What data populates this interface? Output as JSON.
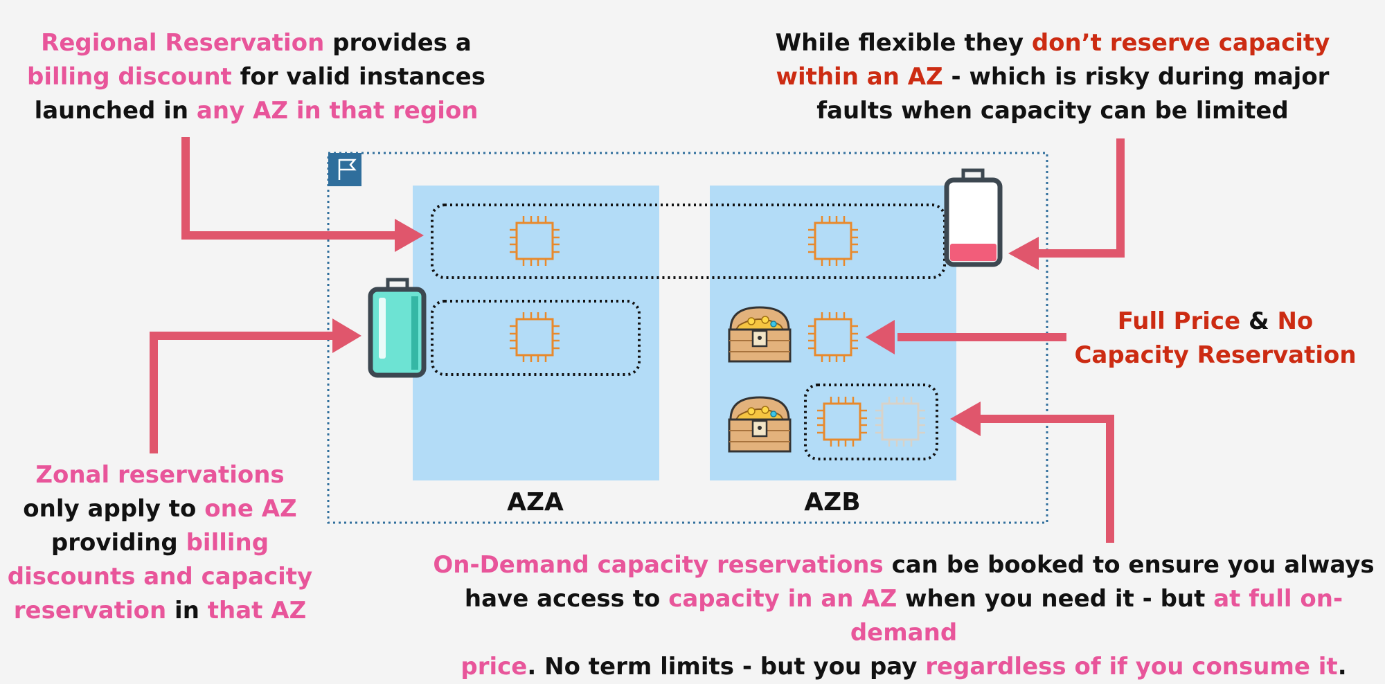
{
  "top_left": {
    "line1": [
      {
        "t": "Regional Reservation",
        "c": "pink"
      },
      {
        "t": " provides a",
        "c": "blk"
      }
    ],
    "line2": [
      {
        "t": "billing discount",
        "c": "pink"
      },
      {
        "t": " for valid instances",
        "c": "blk"
      }
    ],
    "line3": [
      {
        "t": "launched in ",
        "c": "blk"
      },
      {
        "t": "any AZ in that region",
        "c": "pink"
      }
    ]
  },
  "top_right": {
    "line1": [
      {
        "t": "While flexible they ",
        "c": "blk"
      },
      {
        "t": "don’t reserve capacity",
        "c": "red"
      }
    ],
    "line2": [
      {
        "t": "within an AZ",
        "c": "red"
      },
      {
        "t": " - which is risky during major",
        "c": "blk"
      }
    ],
    "line3": [
      {
        "t": "faults when capacity can be limited",
        "c": "blk"
      }
    ]
  },
  "right_mid": {
    "line1": [
      {
        "t": "Full Price",
        "c": "red"
      },
      {
        "t": " & ",
        "c": "blk"
      },
      {
        "t": "No",
        "c": "red"
      }
    ],
    "line2": [
      {
        "t": "Capacity Reservation",
        "c": "red"
      }
    ]
  },
  "bottom_left": {
    "line1": [
      {
        "t": "Zonal reservations",
        "c": "pink"
      }
    ],
    "line2": [
      {
        "t": "only apply to ",
        "c": "blk"
      },
      {
        "t": "one AZ",
        "c": "pink"
      }
    ],
    "line3": [
      {
        "t": "providing ",
        "c": "blk"
      },
      {
        "t": "billing",
        "c": "pink"
      }
    ],
    "line4": [
      {
        "t": "discounts and capacity",
        "c": "pink"
      }
    ],
    "line5": [
      {
        "t": "reservation",
        "c": "pink"
      },
      {
        "t": " in ",
        "c": "blk"
      },
      {
        "t": "that AZ",
        "c": "pink"
      }
    ]
  },
  "bottom_right": {
    "line1": [
      {
        "t": "On-Demand capacity reservations",
        "c": "pink"
      },
      {
        "t": " can be booked to ensure you always",
        "c": "blk"
      }
    ],
    "line2": [
      {
        "t": "have access to ",
        "c": "blk"
      },
      {
        "t": "capacity in an AZ",
        "c": "pink"
      },
      {
        "t": " when you need it - but ",
        "c": "blk"
      },
      {
        "t": "at full on-demand",
        "c": "pink"
      }
    ],
    "line3": [
      {
        "t": "price",
        "c": "pink"
      },
      {
        "t": ". No term limits - but you pay ",
        "c": "blk"
      },
      {
        "t": "regardless of if you consume it",
        "c": "pink"
      },
      {
        "t": ".",
        "c": "blk"
      }
    ]
  },
  "az_labels": {
    "a": "AZA",
    "b": "AZB"
  },
  "icons": {
    "region": "region-flag-icon",
    "instance": "ec2-instance-chip-icon",
    "battery_full": "battery-full-icon",
    "battery_low": "battery-low-icon",
    "treasure": "treasure-chest-icon"
  },
  "colors": {
    "pink": "#e8559a",
    "red": "#cc2b12",
    "arrow": "#e0566c",
    "az_fill": "#b3dcf7",
    "region_border": "#2f6e9c",
    "chip": "#e8892b"
  }
}
